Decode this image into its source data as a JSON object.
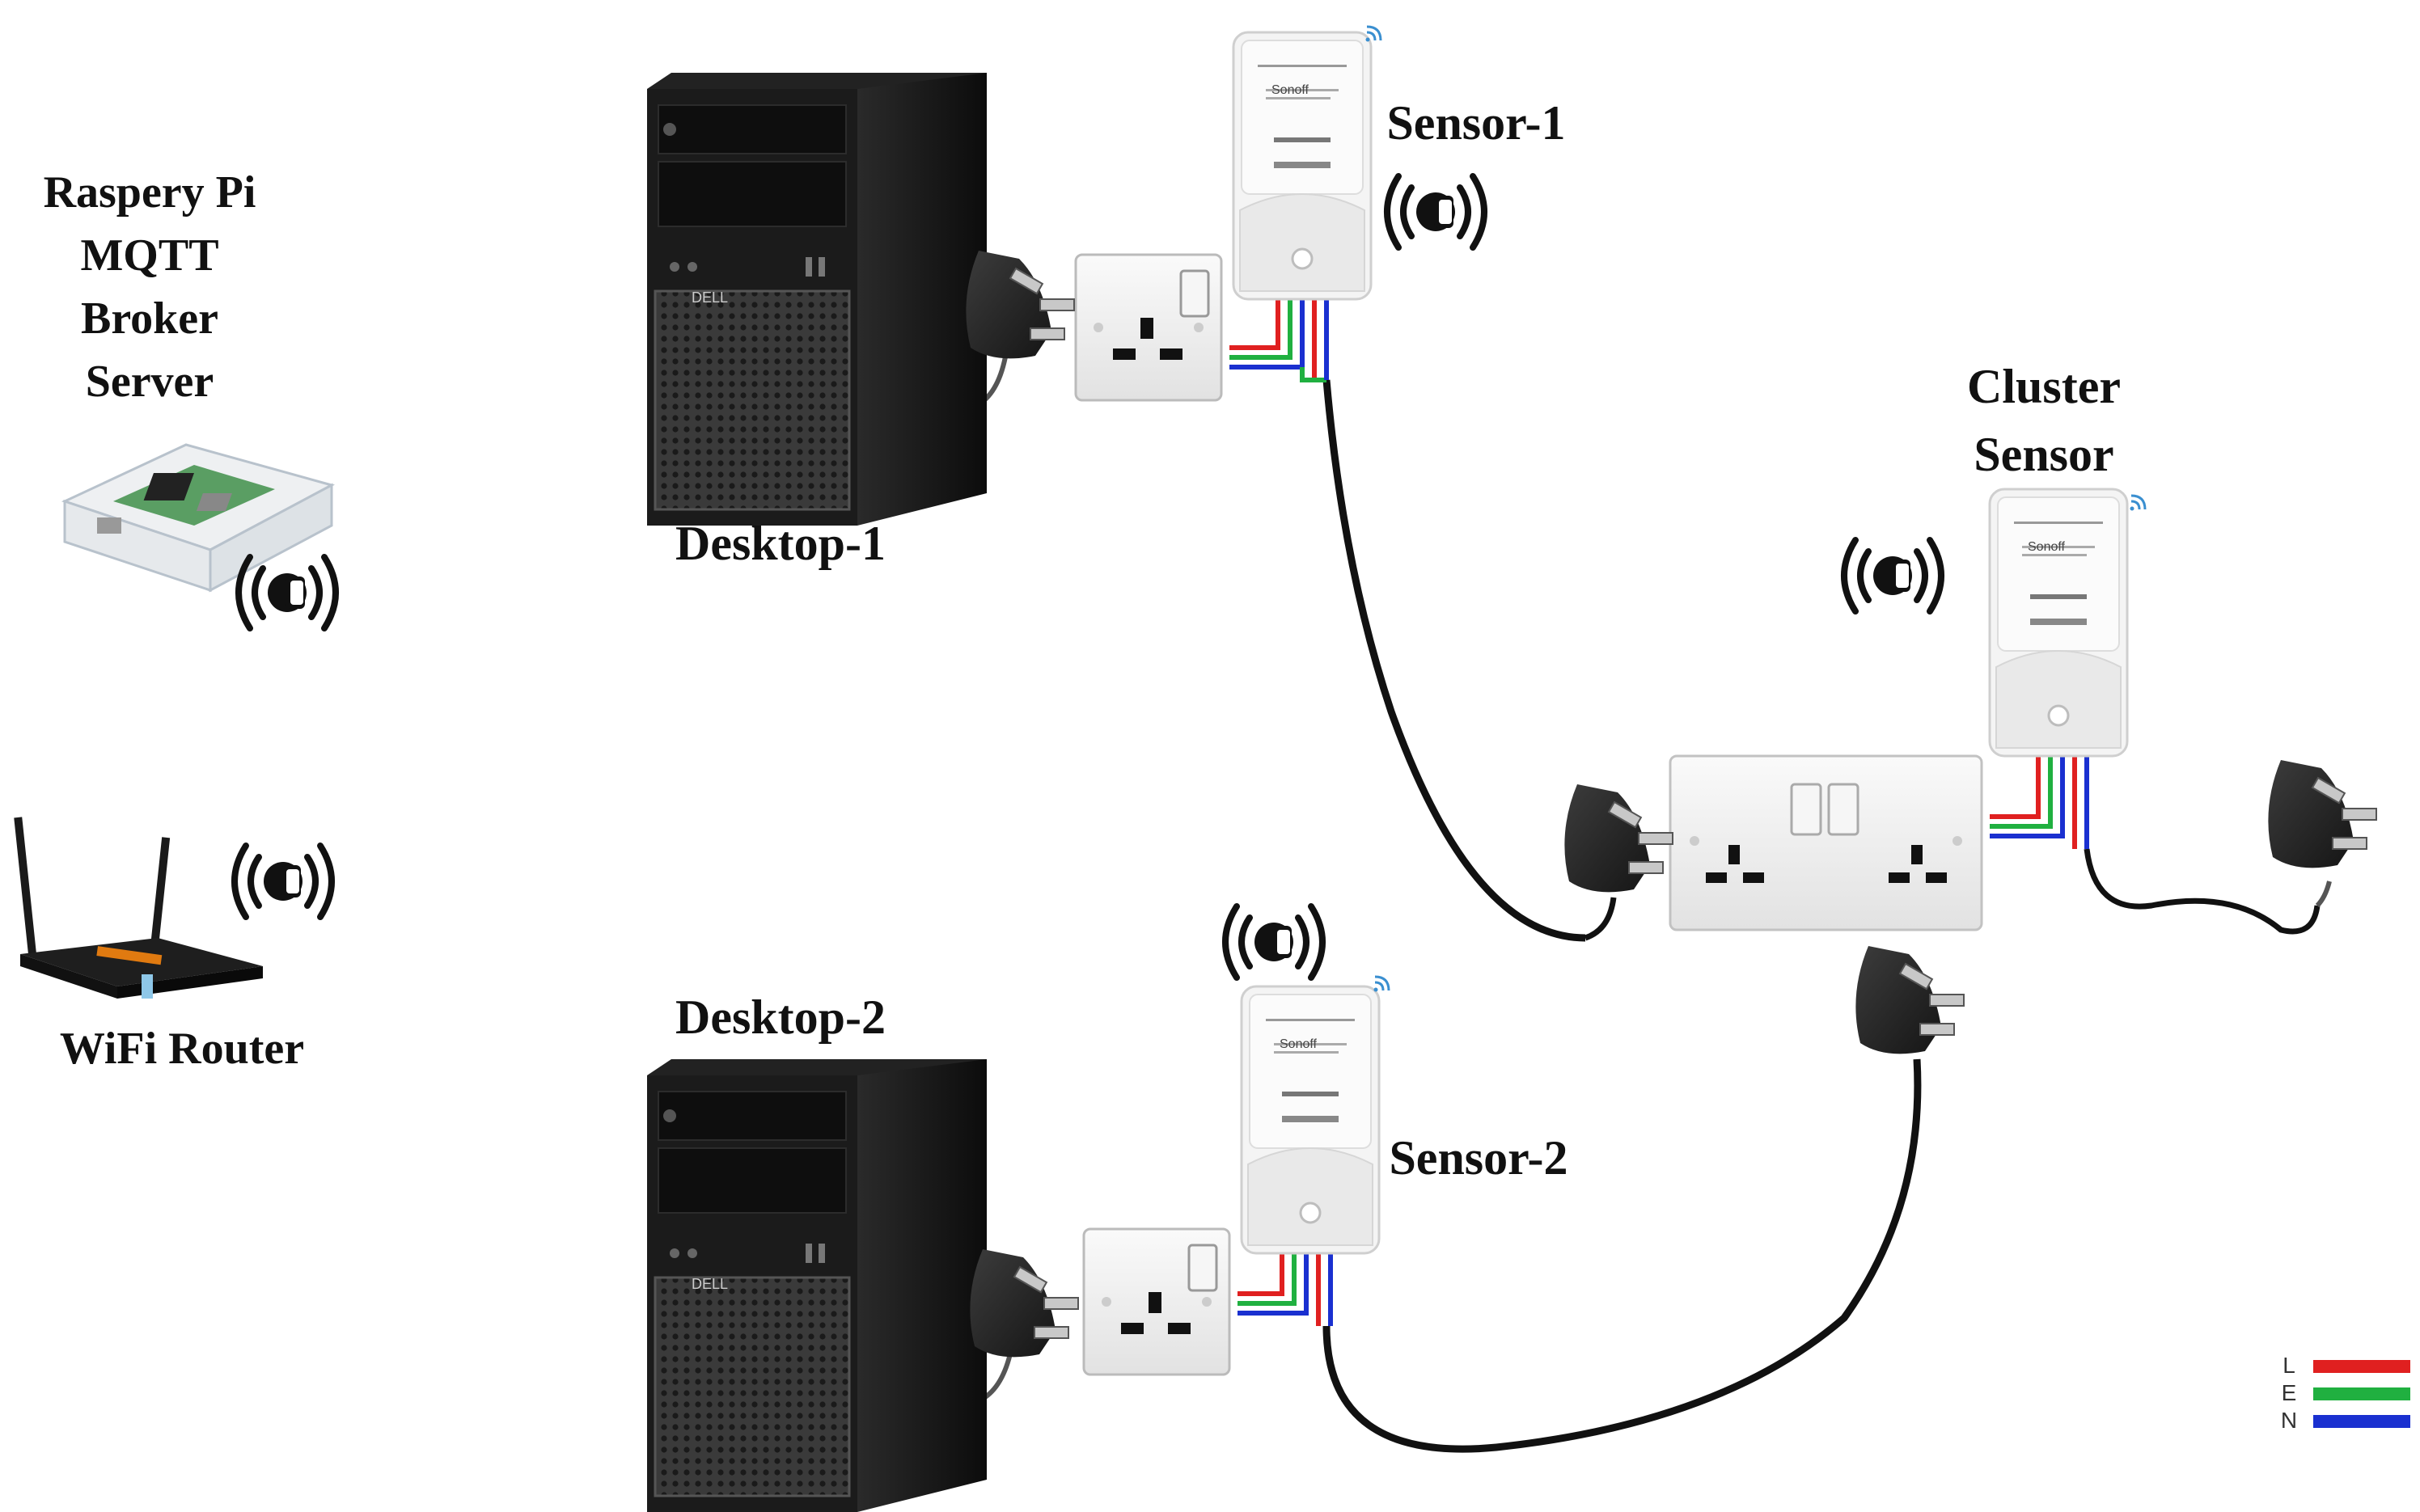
{
  "labels": {
    "broker": [
      "Raspery Pi",
      "MQTT",
      "Broker",
      "Server"
    ],
    "router": "WiFi Router",
    "desktop1": "Desktop-1",
    "desktop2": "Desktop-2",
    "sensor1": "Sensor-1",
    "sensor2": "Sensor-2",
    "cluster": [
      "Cluster",
      "Sensor"
    ]
  },
  "wifi_badge": "WiFi",
  "pc_brand": "DELL",
  "sensor_brand": "Sonoff",
  "legend": [
    {
      "label": "L",
      "color": "#e02020"
    },
    {
      "label": "E",
      "color": "#20b040"
    },
    {
      "label": "N",
      "color": "#1a30d0"
    }
  ],
  "colors": {
    "cable": "#111111",
    "live": "#e02020",
    "earth": "#20b040",
    "neutral": "#1a30d0",
    "wifi_signal": "#3a8fd0"
  },
  "icons": [
    "raspberry-pi-icon",
    "wifi-router-icon",
    "desktop-tower-icon",
    "smart-sensor-icon",
    "wall-socket-icon",
    "double-socket-icon",
    "uk-plug-icon",
    "wifi-badge-icon"
  ]
}
